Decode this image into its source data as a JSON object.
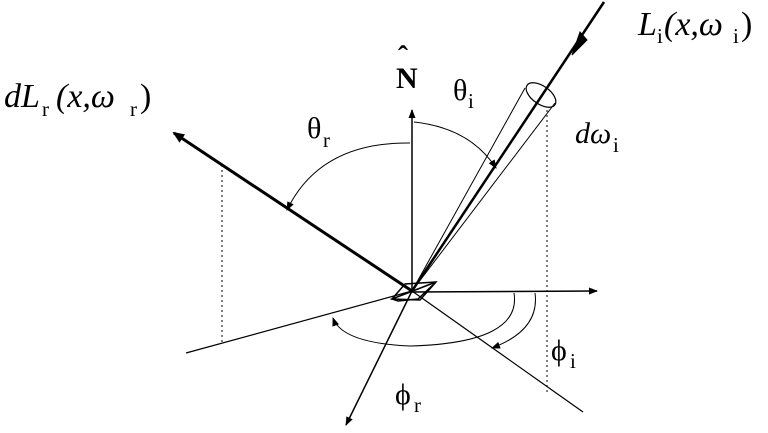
{
  "labels": {
    "normal": {
      "symbol": "N",
      "hat": "ˆ"
    },
    "incident_radiance": {
      "main": "L",
      "sub": "i",
      "args_open": "(x,ω",
      "args_sub": "i",
      "args_close": ")"
    },
    "reflected_radiance": {
      "main": "dL",
      "sub": "r",
      "args_open": "(x,ω",
      "args_sub": "r",
      "args_close": ")"
    },
    "solid_angle": {
      "main": "dω",
      "sub": "i"
    },
    "theta_i": {
      "main": "θ",
      "sub": "i"
    },
    "theta_r": {
      "main": "θ",
      "sub": "r"
    },
    "phi_i": {
      "main": "ϕ",
      "sub": "i"
    },
    "phi_r": {
      "main": "ϕ",
      "sub": "r"
    }
  },
  "colors": {
    "ink": "#000000",
    "background": "#ffffff"
  }
}
